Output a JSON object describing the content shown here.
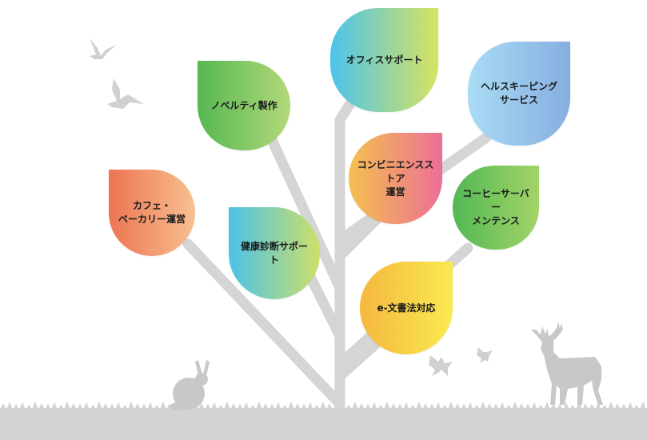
{
  "leaves": [
    {
      "id": "office-support",
      "label": "オフィスサポート",
      "gradient": [
        "#4dc3ec",
        "#d7e360"
      ]
    },
    {
      "id": "novelty",
      "label": "ノベルティ製作",
      "gradient": [
        "#56b852",
        "#b2d87a"
      ]
    },
    {
      "id": "health",
      "label": "ヘルスキーピング\nサービス",
      "gradient": [
        "#a9dcf5",
        "#86aee0"
      ]
    },
    {
      "id": "convenience",
      "label": "コンビニエンスストア\n運営",
      "gradient": [
        "#f4c050",
        "#ec6f96"
      ]
    },
    {
      "id": "cafe",
      "label": "カフェ・\nベーカリー運営",
      "gradient": [
        "#ec7552",
        "#f8c090"
      ]
    },
    {
      "id": "coffee",
      "label": "コーヒーサーバー\nメンテンス",
      "gradient": [
        "#52b854",
        "#a3d467"
      ]
    },
    {
      "id": "checkup",
      "label": "健康診断サポート",
      "gradient": [
        "#4cc2ea",
        "#cde068"
      ]
    },
    {
      "id": "edoc",
      "label": "e-文書法対応",
      "gradient": [
        "#f6b740",
        "#f8ea50"
      ]
    }
  ],
  "colors": {
    "branch": "#d5d5d5",
    "silhouette": "#c8c8c8",
    "grass": "#d3d3d3"
  }
}
